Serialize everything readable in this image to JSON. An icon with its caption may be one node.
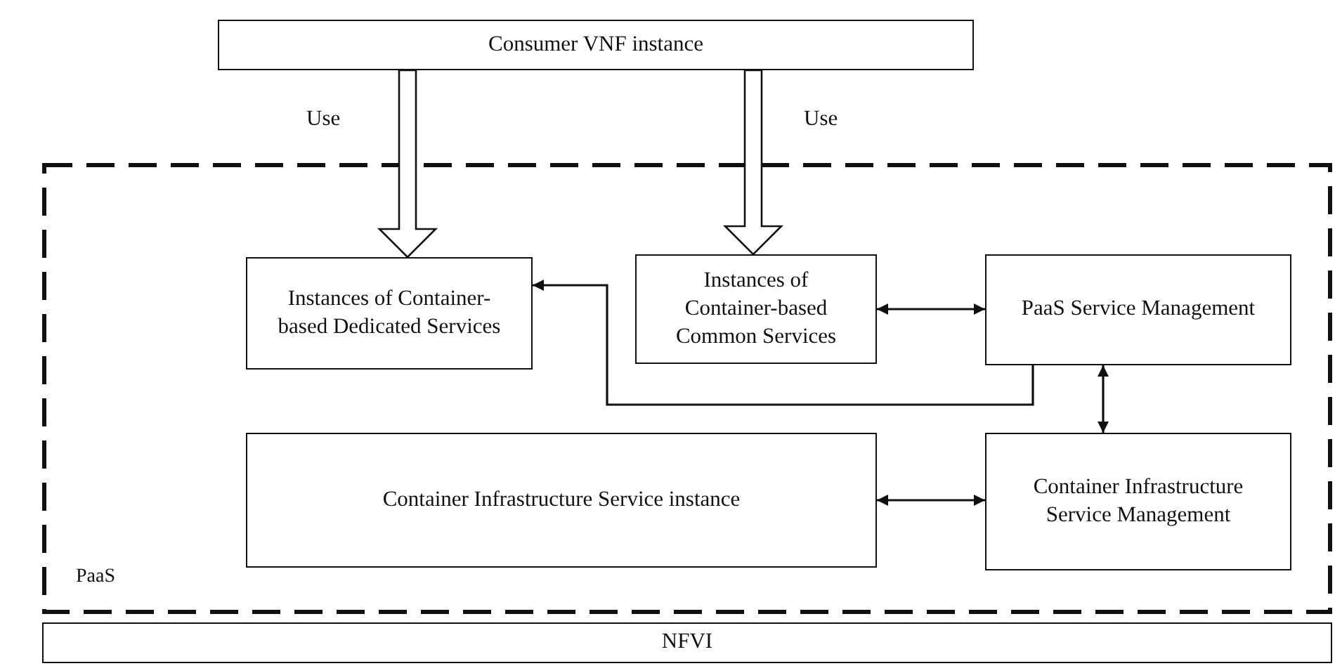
{
  "diagram": {
    "nodes": [
      {
        "text": [
          "Consumer VNF instance"
        ]
      },
      {
        "text": [
          "PaaS"
        ]
      },
      {
        "text": [
          "Instances of Container-based Dedicated Services"
        ],
        "in": 1
      },
      {
        "text": [
          "Instances of Container-based Common Services"
        ],
        "in": 1
      },
      {
        "text": [
          "PaaS Service Management"
        ],
        "in": 1
      },
      {
        "text": [
          "Container Infrastructure Service instance"
        ],
        "in": 1
      },
      {
        "text": [
          "Container Infrastructure Service Management"
        ],
        "in": 1
      },
      {
        "text": [
          "NFVI"
        ]
      }
    ],
    "edges": [
      {
        "from": 0,
        "to": 2,
        "arrow": "to",
        "label": "Use",
        "style": "thick"
      },
      {
        "from": 0,
        "to": 3,
        "arrow": "to",
        "label": "Use",
        "style": "thick"
      },
      {
        "from": 3,
        "to": 4,
        "arrow": "both"
      },
      {
        "from": 4,
        "to": 2,
        "arrow": "to"
      },
      {
        "from": 4,
        "to": 6,
        "arrow": "both"
      },
      {
        "from": 5,
        "to": 6,
        "arrow": "both"
      }
    ]
  }
}
